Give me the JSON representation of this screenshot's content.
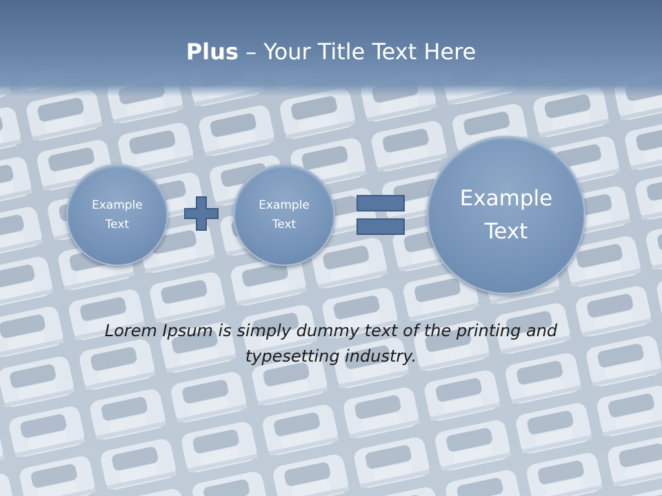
{
  "slide": {
    "title_bold": "Plus",
    "title_rest": " – Your Title Text Here",
    "circle_1": "Example\nText",
    "circle_2": "Example\nText",
    "circle_3": "Example\nText",
    "body": "Lorem Ipsum is simply dummy text of the printing and typesetting industry."
  },
  "colors": {
    "title_band": "#5f7ba0",
    "circle_fill": "#7895ba",
    "operator_fill": "#5877a0",
    "operator_stroke": "#3d5a82"
  },
  "icons": [
    "plus-icon",
    "equals-icon"
  ]
}
